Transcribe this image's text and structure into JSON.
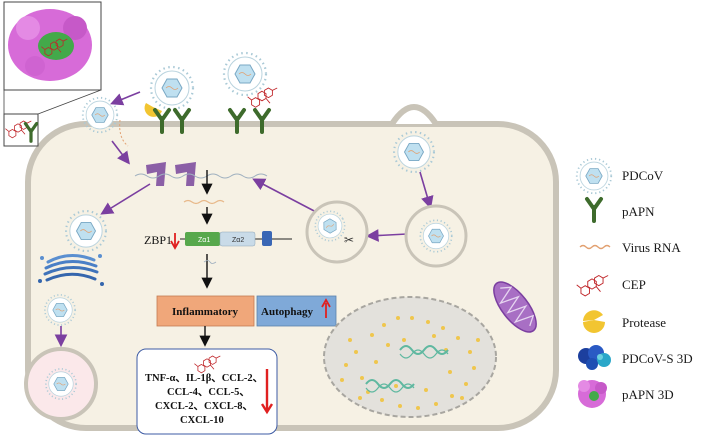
{
  "legend": {
    "pdcov": "PDCoV",
    "papn": "pAPN",
    "virus_rna": "Virus RNA",
    "cep": "CEP",
    "protease": "Protease",
    "pdcov_s_3d": "PDCoV-S 3D",
    "papn_3d": "pAPN 3D"
  },
  "labels": {
    "zbp1": "ZBP1",
    "za1": "Zα1",
    "za2": "Zα2",
    "inflammatory": "Inflammatory",
    "autophagy": "Autophagy"
  },
  "cytokines": {
    "line1": "TNF-α、IL-1β、CCL-2、",
    "line2": "CCL-4、CCL-5、",
    "line3": "CXCL-2、CXCL-8、",
    "line4": "CXCL-10"
  },
  "colors": {
    "cell_fill": "#f6f1e4",
    "cell_stroke": "#c9c4b8",
    "arrow_purple": "#7b3fa0",
    "papn_green": "#3e6b2c",
    "inflammatory_box": "#f0a77a",
    "autophagy_box": "#7fa9d8",
    "protease": "#f2c531",
    "up_down_arrow": "#e02020"
  }
}
